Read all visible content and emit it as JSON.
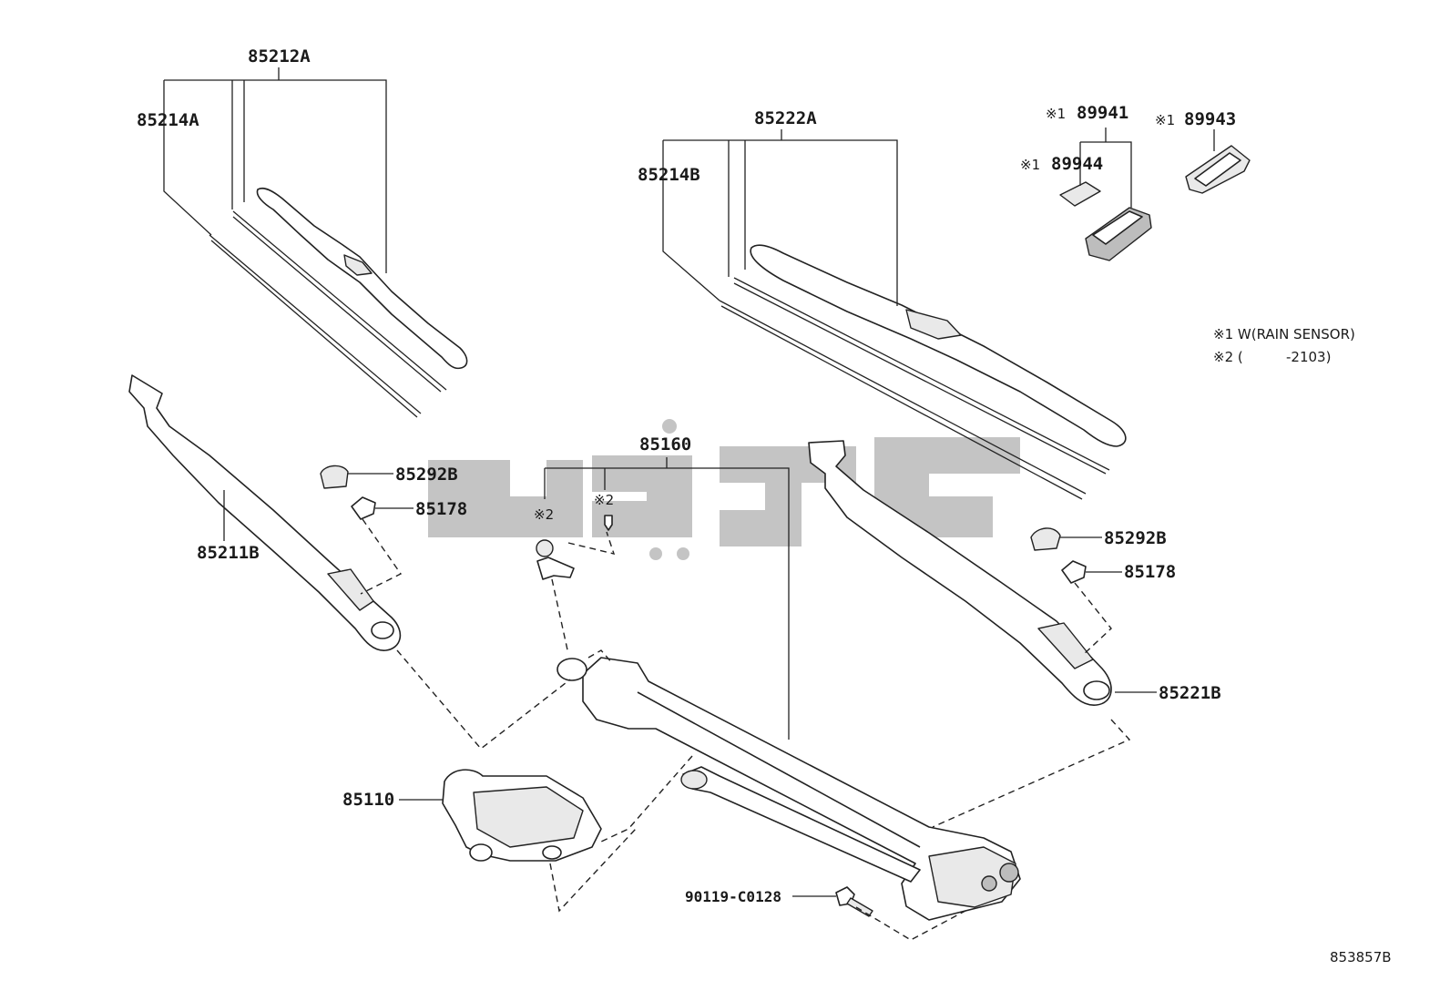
{
  "diagram": {
    "labels": {
      "p85212A": "85212A",
      "p85214A": "85214A",
      "p85222A": "85222A",
      "p85214B": "85214B",
      "p89941": "89941",
      "p89944": "89944",
      "p89943": "89943",
      "p85160": "85160",
      "p85292B_left": "85292B",
      "p85178_left": "85178",
      "p85211B": "85211B",
      "p85292B_right": "85292B",
      "p85178_right": "85178",
      "p85221B": "85221B",
      "p85110": "85110",
      "p90119": "90119-C0128"
    },
    "markers": {
      "m1_89941": "※1",
      "m1_89944": "※1",
      "m1_89943": "※1",
      "m2_a": "※2",
      "m2_b": "※2"
    },
    "notes": {
      "note1": "※1 W(RAIN SENSOR)",
      "note2_open": "※2 (",
      "note2_close": "-2103)"
    },
    "reference_number": "853857B"
  },
  "colors": {
    "line": "#222222",
    "watermark": "#c4c4c4",
    "background": "#ffffff"
  }
}
